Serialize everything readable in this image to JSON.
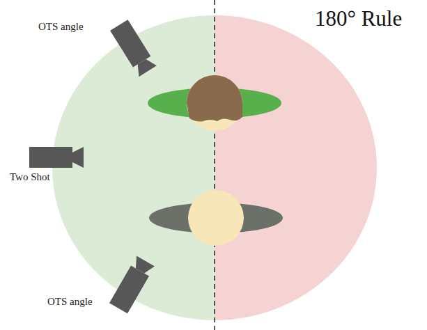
{
  "diagram": {
    "title": "180° Rule",
    "labels": [
      "OTS angle",
      "Two Shot",
      "OTS angle"
    ]
  }
}
